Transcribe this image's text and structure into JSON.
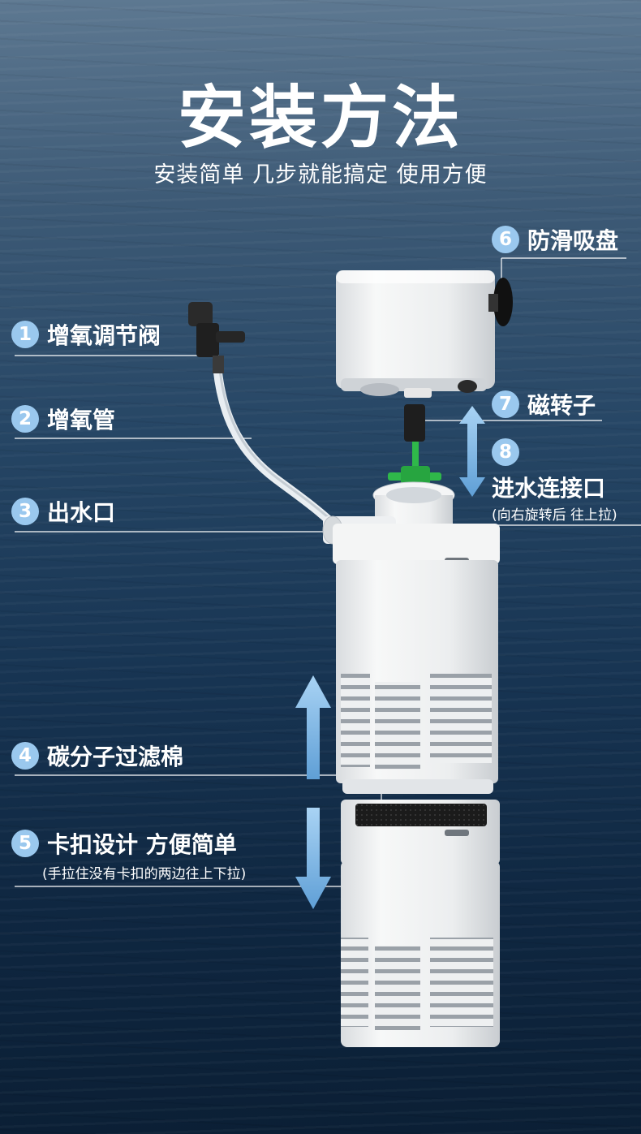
{
  "header": {
    "title": "安装方法",
    "subtitle": "安装简单 几步就能搞定 使用方便"
  },
  "labels": [
    {
      "num": "1",
      "text": "增氧调节阀"
    },
    {
      "num": "2",
      "text": "增氧管"
    },
    {
      "num": "3",
      "text": "出水口"
    },
    {
      "num": "4",
      "text": "碳分子过滤棉"
    },
    {
      "num": "5",
      "text": "卡扣设计 方便简单",
      "note": "(手拉住没有卡扣的两边往上下拉)"
    },
    {
      "num": "6",
      "text": "防滑吸盘"
    },
    {
      "num": "7",
      "text": "磁转子"
    },
    {
      "num": "8",
      "text": "进水连接口",
      "note": "(向右旋转后 往上拉)"
    }
  ],
  "colors": {
    "badge": "#9ac8ee",
    "arrow": "#8ec2ec",
    "product_white": "#f2f3f3",
    "rotor_green": "#2fb84a"
  },
  "icons": [
    "arrow-up-down-icon"
  ]
}
